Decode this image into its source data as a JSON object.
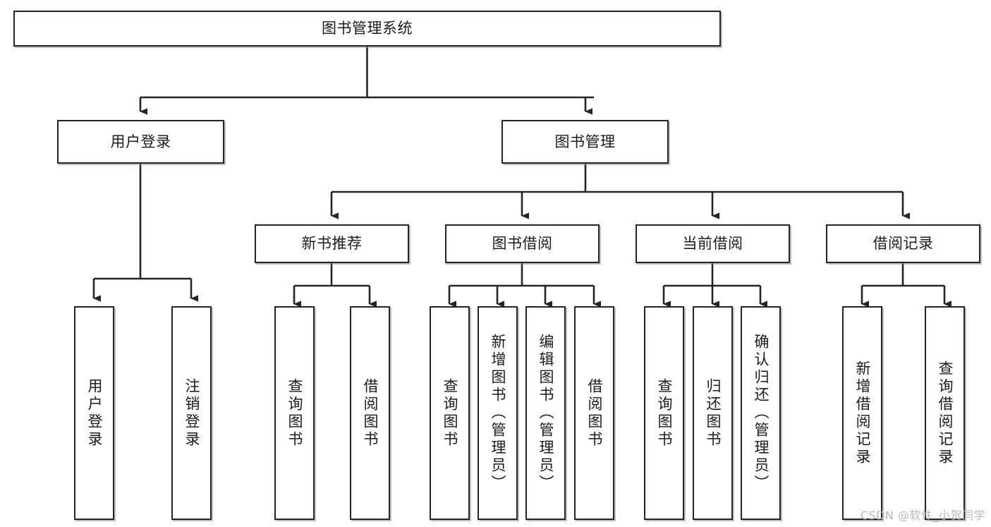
{
  "diagram": {
    "title": "图书管理系统",
    "type": "tree-hierarchy",
    "colors": {
      "box_border": "#242424",
      "box_fill": "#ffffff",
      "connector": "#242424",
      "text": "#1b1b1b",
      "watermark": "#b9b9b9",
      "background": "#ffffff"
    },
    "root": {
      "label": "图书管理系统"
    },
    "level2": [
      {
        "label": "用户登录"
      },
      {
        "label": "图书管理"
      }
    ],
    "level3": [
      {
        "label": "新书推荐"
      },
      {
        "label": "图书借阅"
      },
      {
        "label": "当前借阅"
      },
      {
        "label": "借阅记录"
      }
    ],
    "leaves": {
      "user_login": [
        {
          "label": "用户登录"
        },
        {
          "label": "注销登录"
        }
      ],
      "new_book_recommend": [
        {
          "label": "查询图书"
        },
        {
          "label": "借阅图书"
        }
      ],
      "book_borrow": [
        {
          "label": "查询图书"
        },
        {
          "label": "新增图书（管理员）"
        },
        {
          "label": "编辑图书（管理员）"
        },
        {
          "label": "借阅图书"
        }
      ],
      "current_borrow": [
        {
          "label": "查询图书"
        },
        {
          "label": "归还图书"
        },
        {
          "label": "确认归还（管理员）"
        }
      ],
      "borrow_record": [
        {
          "label": "新增借阅记录"
        },
        {
          "label": "查询借阅记录"
        }
      ]
    },
    "watermark": "CSDN @软件_小贺同学"
  }
}
